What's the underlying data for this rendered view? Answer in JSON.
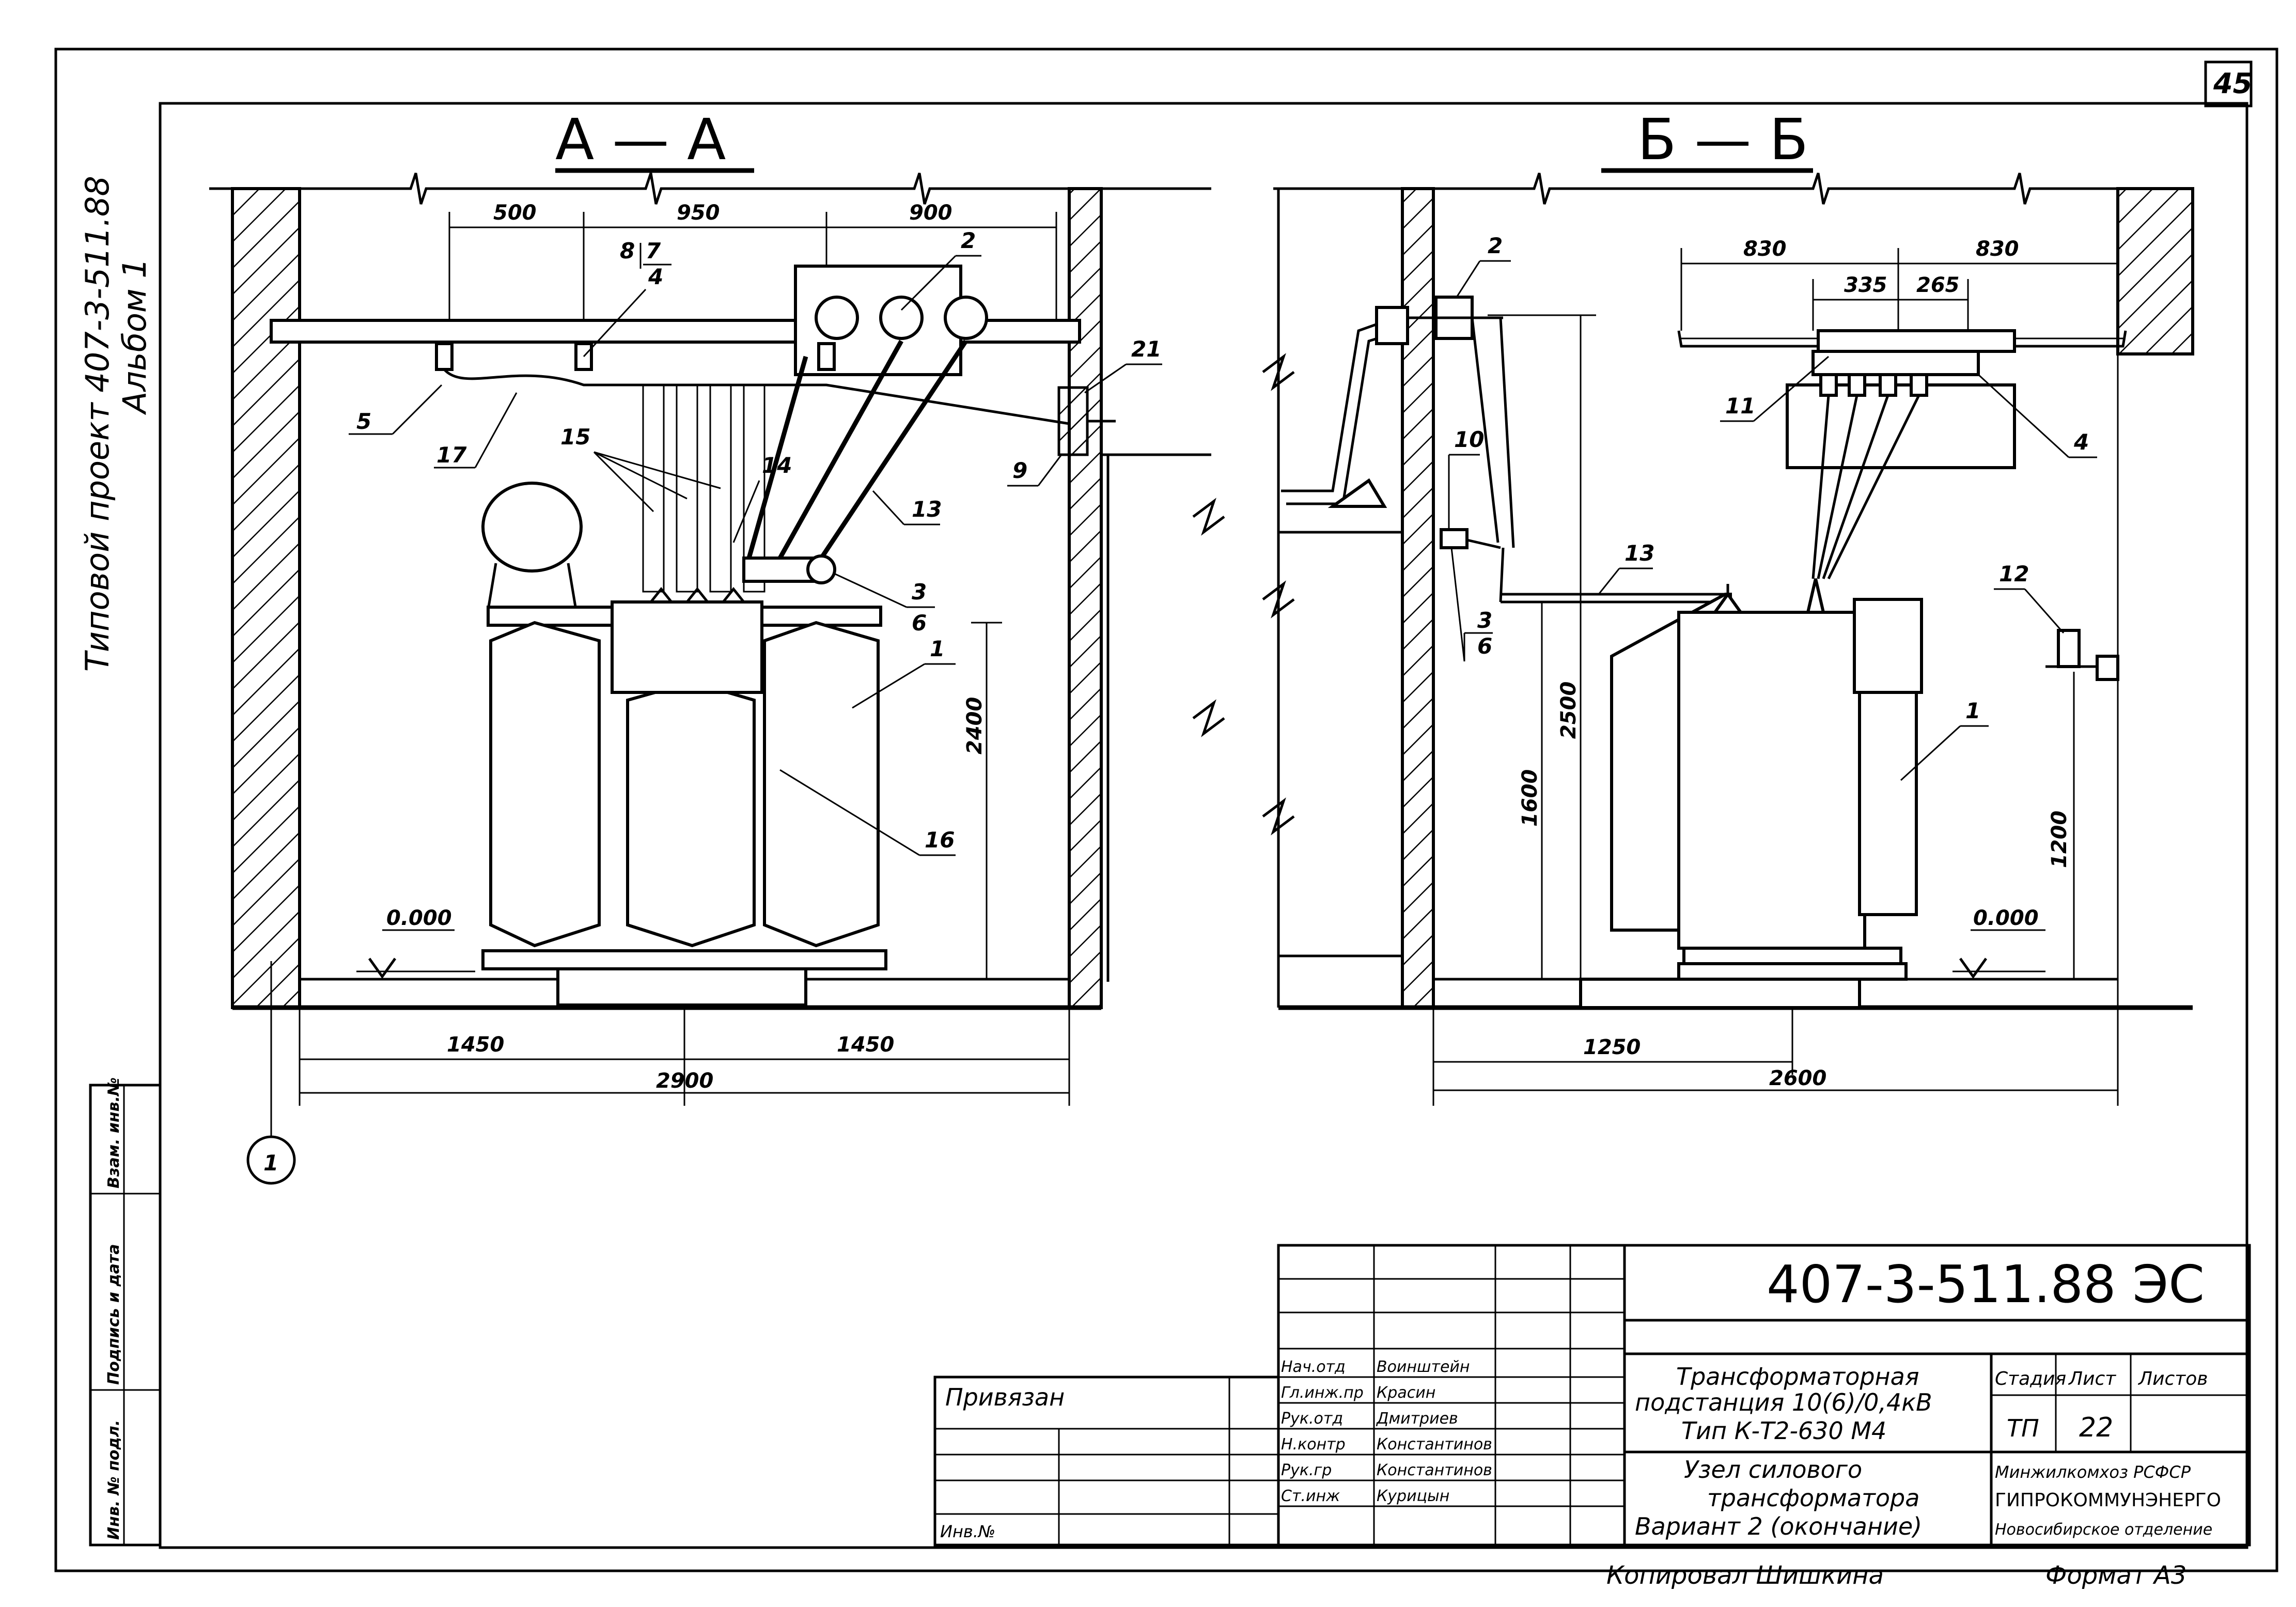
{
  "sheet_number": "45",
  "side_title": "Типовой проект 407-3-511.88",
  "side_album": "Альбом 1",
  "side_stamp_labels": [
    "Взам. инв.№",
    "Подпись и дата",
    "Инв. № подл."
  ],
  "section_aa": {
    "title": "А — А",
    "dims_top": [
      "500",
      "950",
      "900"
    ],
    "dims_bottom": [
      "1450",
      "1450",
      "2900"
    ],
    "dim_height": "2400",
    "level": "0.000",
    "axis_marker": "1",
    "labels": {
      "l1": "1",
      "l2": "2",
      "l3": "3",
      "l3b": "6",
      "l5": "5",
      "l8": "8",
      "l7": "7",
      "l7b": "4",
      "l9": "9",
      "l13": "13",
      "l14": "14",
      "l15": "15",
      "l16": "16",
      "l17": "17",
      "l21": "21"
    }
  },
  "section_bb": {
    "title": "Б — Б",
    "dims_top": [
      "830",
      "830",
      "335",
      "265"
    ],
    "dims_bottom": [
      "1250",
      "2600"
    ],
    "dims_height": [
      "1600",
      "2500",
      "1200"
    ],
    "level": "0.000",
    "labels": {
      "l1": "1",
      "l2": "2",
      "l3": "3",
      "l3b": "6",
      "l4": "4",
      "l10": "10",
      "l11": "11",
      "l12": "12",
      "l13": "13"
    }
  },
  "title_block": {
    "code": "407-3-511.88  ЭС",
    "privyazan": "Привязан",
    "inv_no": "Инв.№",
    "roles": [
      "Нач.отд",
      "Гл.инж.пр",
      "Рук.отд",
      "Н.контр",
      "Рук.гр",
      "Ст.инж"
    ],
    "names": [
      "Воинштейн",
      "Красин",
      "Дмитриев",
      "Константинов",
      "Константинов",
      "Курицын"
    ],
    "desc_1": "Трансформаторная",
    "desc_2": "подстанция 10(6)/0,4кВ",
    "desc_3": "Тип К-Т2-630 М4",
    "desc_4": "Узел силового",
    "desc_5": "трансформатора",
    "desc_6": "Вариант 2 (окончание)",
    "stage_h": "Стадия",
    "sheet_h": "Лист",
    "sheets_h": "Листов",
    "stage": "ТП",
    "sheet": "22",
    "org_1": "Минжилкомхоз РСФСР",
    "org_2": "ГИПРОКОММУНЭНЕРГО",
    "org_3": "Новосибирское отделение",
    "copied": "Копировал Шишкина",
    "format": "Формат А3"
  }
}
